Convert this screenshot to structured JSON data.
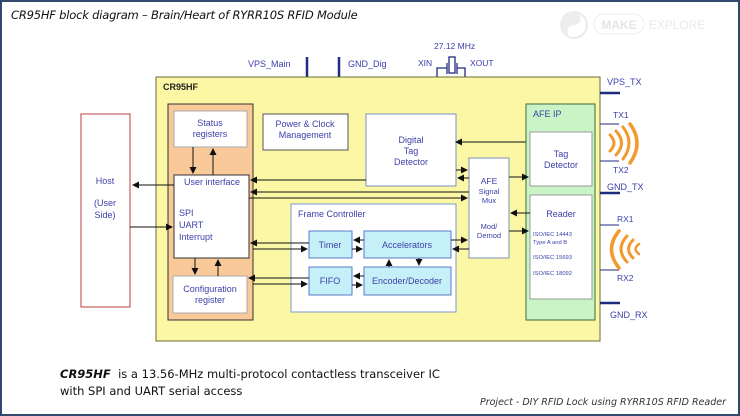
{
  "slide": {
    "title": "CR95HF block diagram – Brain/Heart  of RYRR10S RFID Module",
    "watermark": {
      "left": "MAKE",
      "right": "EXPLORE"
    },
    "caption": {
      "bold": "CR95HF",
      "line1_rest": "  is a 13.56-MHz multi-protocol contactless transceiver IC",
      "line2": "with SPI and UART serial access"
    },
    "footer": "Project -  DIY RFID Lock using RYRR10S RFID Reader"
  },
  "diagram": {
    "pins_top": {
      "vps_main": "VPS_Main",
      "gnd_dig": "GND_Dig",
      "crystal_freq": "27.12 MHz",
      "xin": "XIN",
      "xout": "XOUT"
    },
    "pins_right": {
      "vps_tx": "VPS_TX",
      "tx1": "TX1",
      "tx2": "TX2",
      "gnd_tx": "GND_TX",
      "rx1": "RX1",
      "rx2": "RX2",
      "gnd_rx": "GND_RX"
    },
    "host": {
      "line1": "Host",
      "line2": "(User",
      "line3": "Side)"
    },
    "chip_label": "CR95HF",
    "status_registers": {
      "line1": "Status",
      "line2": "registers"
    },
    "user_interface": {
      "title": "User interface",
      "line1": "SPI",
      "line2": "UART",
      "line3": "Interrupt"
    },
    "configuration_register": {
      "line1": "Configuration",
      "line2": "register"
    },
    "power_clock": {
      "line1": "Power & Clock",
      "line2": "Management"
    },
    "digital_tag_detector": {
      "line1": "Digital",
      "line2": "Tag",
      "line3": "Detector"
    },
    "afe_mux": {
      "line1": "AFE",
      "line2": "Signal",
      "line3": "Mux",
      "line4": "Mod/",
      "line5": "Demod"
    },
    "frame_controller": {
      "title": "Frame Controller",
      "timer": "Timer",
      "accelerators": "Accelerators",
      "fifo": "FIFO",
      "encoder_decoder": "Encoder/Decoder"
    },
    "afe_ip": {
      "title": "AFE IP",
      "tag_detector": {
        "line1": "Tag",
        "line2": "Detector"
      },
      "reader": {
        "title": "Reader",
        "std1a": "ISO/IEC  14443",
        "std1b": "Type A and B",
        "std2": "ISO/IEC  15693",
        "std3": "ISO/IEC  18092"
      }
    },
    "colors": {
      "chip_fill": "#fcf7a4",
      "interface_fill": "#f9c99a",
      "frame_fill": "#ffffff",
      "block_fill": "#c6f0f8",
      "afe_ip_fill": "#c9f5c6",
      "wave_color": "#f29a2e",
      "text_color": "#3b3fa8",
      "pin_color": "#1f2a80"
    }
  }
}
